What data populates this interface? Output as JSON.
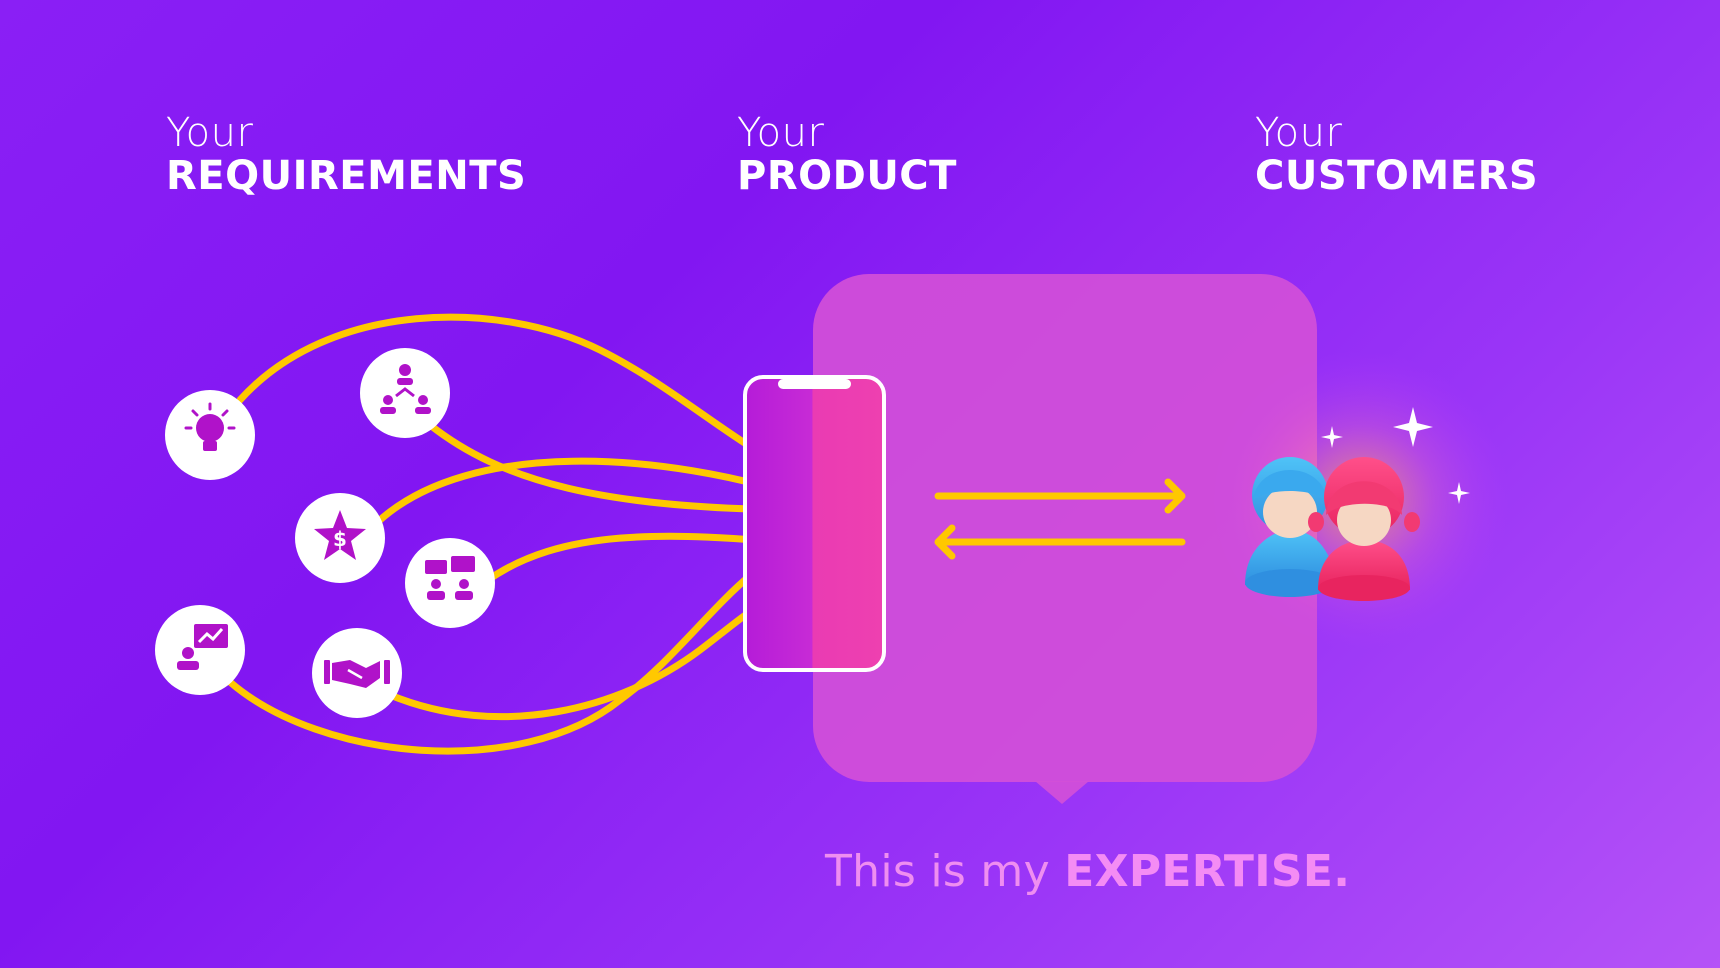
{
  "headings": {
    "requirements": {
      "your": "Your",
      "title": "REQUIREMENTS"
    },
    "product": {
      "your": "Your",
      "title": "PRODUCT"
    },
    "customers": {
      "your": "Your",
      "title": "CUSTOMERS"
    }
  },
  "caption": {
    "prefix": "This is my ",
    "emphasis": "EXPERTISE."
  },
  "icons": [
    "lightbulb-icon",
    "team-hierarchy-icon",
    "star-dollar-icon",
    "chat-meeting-icon",
    "presentation-chart-icon",
    "handshake-icon",
    "smartphone-icon",
    "exchange-arrows-icon",
    "customers-icon",
    "sparkle-icon"
  ],
  "colors": {
    "background": "#8216f2",
    "accent_curves": "#ffc800",
    "panel": "#d24fd8",
    "icon_magenta": "#b012c9",
    "caption": "#ef8ef0"
  }
}
